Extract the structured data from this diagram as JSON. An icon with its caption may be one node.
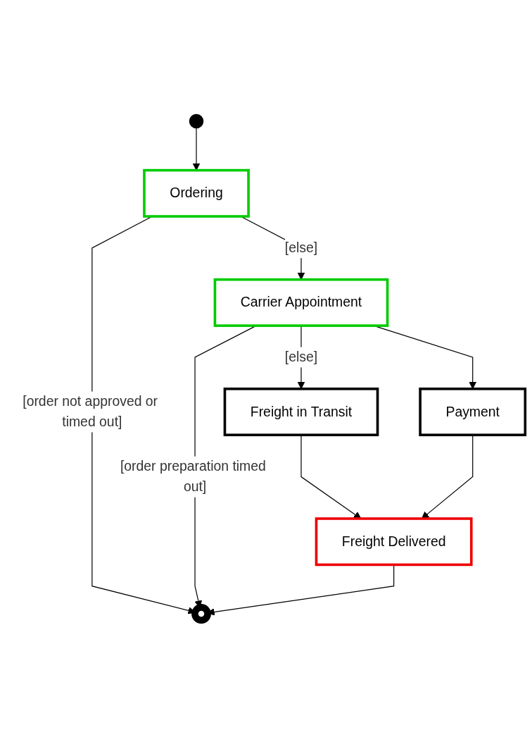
{
  "diagram": {
    "nodes": [
      {
        "text": [],
        "shape": "circle"
      },
      {
        "text": [
          "Ordering"
        ]
      },
      {
        "text": [
          "Carrier Appointment"
        ]
      },
      {
        "text": [
          "Freight in Transit"
        ]
      },
      {
        "text": [
          "Payment"
        ]
      },
      {
        "text": [
          "Freight Delivered"
        ]
      },
      {
        "text": [],
        "shape": "circle"
      }
    ],
    "edges": [
      {
        "from": 0,
        "to": 1,
        "arrow": "to"
      },
      {
        "from": 1,
        "to": 2,
        "arrow": "to",
        "label": "[else]"
      },
      {
        "from": 1,
        "to": 6,
        "arrow": "to",
        "label": "[order not approved or timed out]"
      },
      {
        "from": 2,
        "to": 3,
        "arrow": "to",
        "label": "[else]"
      },
      {
        "from": 2,
        "to": 4,
        "arrow": "to"
      },
      {
        "from": 2,
        "to": 6,
        "arrow": "to",
        "label": "[order preparation timed out]"
      },
      {
        "from": 3,
        "to": 5,
        "arrow": "to"
      },
      {
        "from": 4,
        "to": 5,
        "arrow": "to"
      },
      {
        "from": 5,
        "to": 6,
        "arrow": "to"
      }
    ]
  }
}
